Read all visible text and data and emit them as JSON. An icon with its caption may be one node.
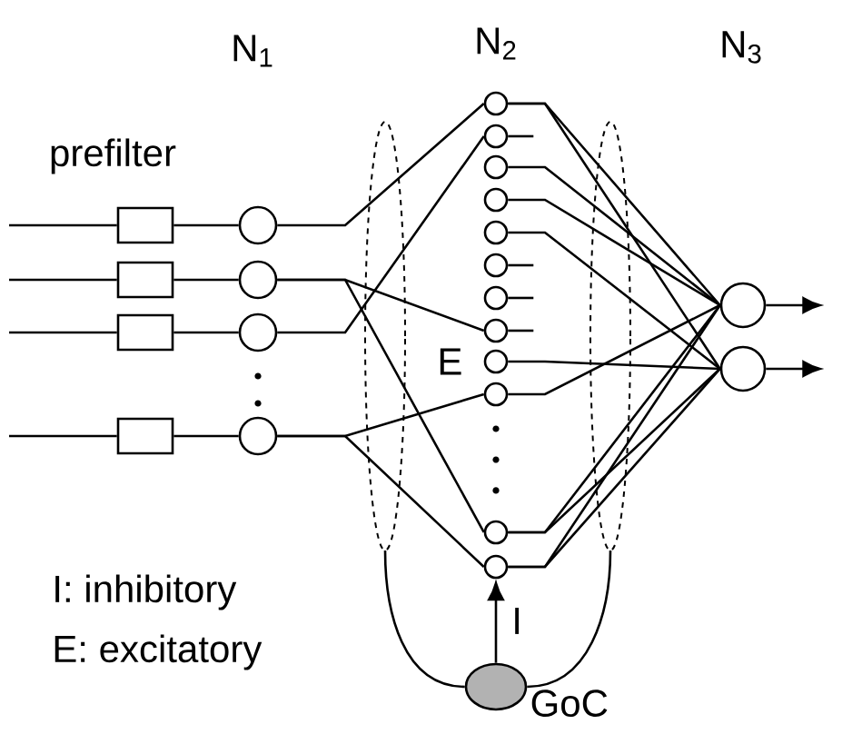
{
  "diagram": {
    "nodes": [
      {
        "text": [],
        "shape": "box"
      },
      {
        "text": [],
        "shape": "box"
      },
      {
        "text": [],
        "shape": "box"
      },
      {
        "text": [],
        "shape": "box"
      },
      {
        "text": [],
        "shape": "circle"
      },
      {
        "text": [],
        "shape": "circle"
      },
      {
        "text": [],
        "shape": "circle"
      },
      {
        "text": [],
        "shape": "circle"
      },
      {
        "text": [],
        "shape": "circle"
      },
      {
        "text": [],
        "shape": "circle"
      },
      {
        "text": [],
        "shape": "circle"
      },
      {
        "text": [],
        "shape": "circle"
      },
      {
        "text": [],
        "shape": "circle"
      },
      {
        "text": [],
        "shape": "circle"
      },
      {
        "text": [],
        "shape": "circle"
      },
      {
        "text": [],
        "shape": "circle"
      },
      {
        "text": [],
        "shape": "circle",
        "beside": [
          "E"
        ]
      },
      {
        "text": [],
        "shape": "circle"
      },
      {
        "text": [],
        "shape": "circle"
      },
      {
        "text": [],
        "shape": "circle"
      },
      {
        "text": [],
        "shape": "circle"
      },
      {
        "text": [],
        "shape": "circle"
      },
      {
        "text": [],
        "shape": "circle",
        "beside": [
          "GoC"
        ]
      }
    ],
    "edges": [
      {
        "from": null,
        "to": 0,
        "arrow": "none"
      },
      {
        "from": null,
        "to": 1,
        "arrow": "none"
      },
      {
        "from": null,
        "to": 2,
        "arrow": "none"
      },
      {
        "from": null,
        "to": 3,
        "arrow": "none"
      },
      {
        "from": 0,
        "to": 4,
        "arrow": "none"
      },
      {
        "from": 1,
        "to": 5,
        "arrow": "none"
      },
      {
        "from": 2,
        "to": 6,
        "arrow": "none"
      },
      {
        "from": 3,
        "to": 7,
        "arrow": "none"
      },
      {
        "from": 4,
        "to": 8,
        "arrow": "none"
      },
      {
        "from": 5,
        "to": 15,
        "arrow": "none"
      },
      {
        "from": 5,
        "to": 18,
        "arrow": "none"
      },
      {
        "from": 6,
        "to": 9,
        "arrow": "none"
      },
      {
        "from": 7,
        "to": 17,
        "arrow": "none"
      },
      {
        "from": 7,
        "to": 19,
        "arrow": "none"
      },
      {
        "from": 8,
        "to": 20,
        "arrow": "none"
      },
      {
        "from": 8,
        "to": 21,
        "arrow": "none"
      },
      {
        "from": 10,
        "to": 20,
        "arrow": "none"
      },
      {
        "from": 11,
        "to": 20,
        "arrow": "none"
      },
      {
        "from": 12,
        "to": 21,
        "arrow": "none"
      },
      {
        "from": 16,
        "to": 21,
        "arrow": "none"
      },
      {
        "from": 17,
        "to": 20,
        "arrow": "none"
      },
      {
        "from": 18,
        "to": 20,
        "arrow": "none"
      },
      {
        "from": 18,
        "to": 21,
        "arrow": "none"
      },
      {
        "from": 19,
        "to": 20,
        "arrow": "none"
      },
      {
        "from": 19,
        "to": 21,
        "arrow": "none"
      },
      {
        "from": 9,
        "to": null,
        "arrow": "none"
      },
      {
        "from": 13,
        "to": null,
        "arrow": "none"
      },
      {
        "from": 14,
        "to": null,
        "arrow": "none"
      },
      {
        "from": 15,
        "to": null,
        "arrow": "none"
      },
      {
        "from": 20,
        "to": null,
        "arrow": "to"
      },
      {
        "from": 21,
        "to": null,
        "arrow": "to"
      },
      {
        "from": 22,
        "to": 19,
        "arrow": "to",
        "label": "I"
      },
      {
        "from": null,
        "to": 22,
        "arrow": "none"
      },
      {
        "from": null,
        "to": 22,
        "arrow": "none"
      }
    ],
    "labels": [
      "N$_{1}$",
      "N$_{2}$",
      "N$_{3}$",
      "prefilter",
      "I: inhibitory",
      "E: excitatory"
    ]
  }
}
